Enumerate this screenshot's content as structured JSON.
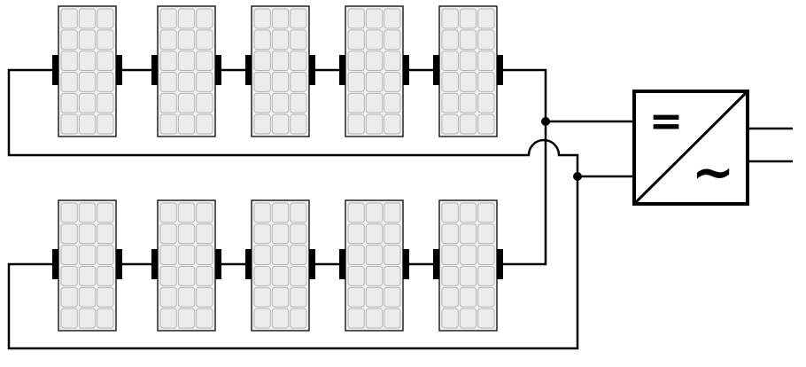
{
  "diagram": {
    "strings": [
      {
        "panels": 5
      },
      {
        "panels": 5
      }
    ],
    "panel_cells": {
      "columns": 3,
      "rows": 6
    },
    "inverter": {
      "dc_symbol": "=",
      "ac_symbol": "~"
    }
  }
}
